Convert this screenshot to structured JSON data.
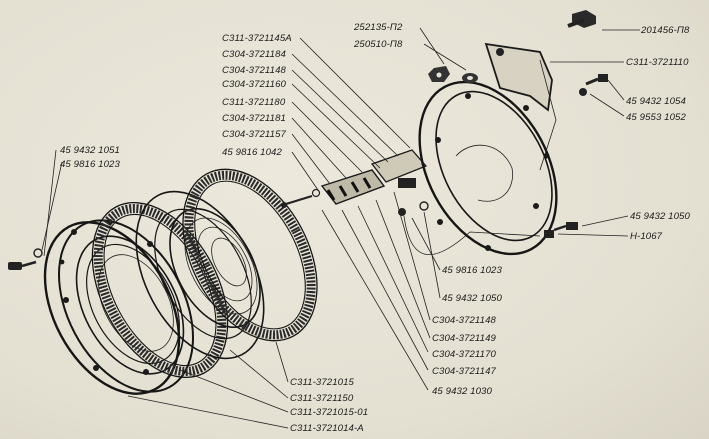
{
  "figure": {
    "labels": {
      "top_bolt": "201456-П8",
      "nut_a": "252135-П2",
      "washer_a": "250510-П8",
      "cover_part": "С311-3721110",
      "cover_screw": "45 9432 1054",
      "cover_washer": "45 9553 1052",
      "side_screw": "45 9432 1050",
      "side_part": "Н-1067",
      "brush_145a": "С311-3721145А",
      "brush_184": "С304-3721184",
      "brush_148": "С304-3721148",
      "brush_160": "С304-3721160",
      "brush_180": "С311-3721180",
      "brush_181": "С304-3721181",
      "brush_157": "С304-3721157",
      "brush_1042": "45 9816 1042",
      "left_screw": "45 9432 1051",
      "left_washer": "45 9816 1023",
      "mid_washer": "45 9816 1023",
      "mid_screw": "45 9432 1050",
      "r_148": "С304-3721148",
      "r_149": "С304-3721149",
      "r_170": "С304-3721170",
      "r_147": "С304-3721147",
      "r_1030": "45 9432 1030",
      "ring_015": "С311-3721015",
      "ring_150": "С311-3721150",
      "ring_015_01": "С311-3721015-01",
      "housing_014": "С311-3721014-А"
    }
  }
}
